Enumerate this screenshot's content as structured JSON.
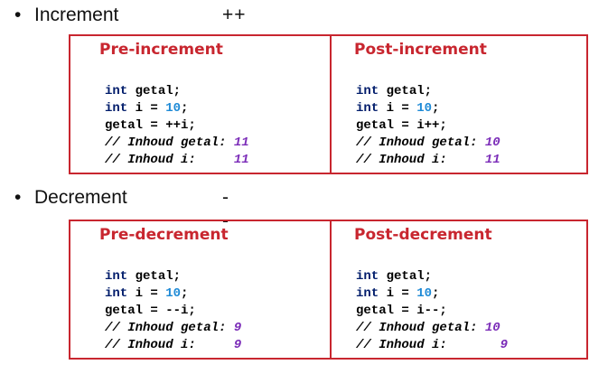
{
  "sections": [
    {
      "label": "Increment",
      "operator": "++",
      "columns": [
        {
          "title": "Pre-increment",
          "decl_type": "int",
          "decl_name": " getal;",
          "init_type": "int",
          "init_pre": " i = ",
          "init_value": "10",
          "init_post": ";",
          "assign": "getal = ++i;",
          "comment_getal": "// Inhoud getal: ",
          "value_getal": "11",
          "comment_i": "// Inhoud i:     ",
          "value_i": "11"
        },
        {
          "title": "Post-increment",
          "decl_type": "int",
          "decl_name": " getal;",
          "init_type": "int",
          "init_pre": " i = ",
          "init_value": "10",
          "init_post": ";",
          "assign": "getal = i++;",
          "comment_getal": "// Inhoud getal: ",
          "value_getal": "10",
          "comment_i": "// Inhoud i:     ",
          "value_i": "11"
        }
      ]
    },
    {
      "label": "Decrement",
      "operator": "--",
      "columns": [
        {
          "title": "Pre-decrement",
          "decl_type": "int",
          "decl_name": " getal;",
          "init_type": "int",
          "init_pre": " i = ",
          "init_value": "10",
          "init_post": ";",
          "assign": "getal = --i;",
          "comment_getal": "// Inhoud getal: ",
          "value_getal": "9",
          "comment_i": "// Inhoud i:     ",
          "value_i": "9"
        },
        {
          "title": "Post-decrement",
          "decl_type": "int",
          "decl_name": " getal;",
          "init_type": "int",
          "init_pre": " i = ",
          "init_value": "10",
          "init_post": ";",
          "assign": "getal = i--;",
          "comment_getal": "// Inhoud getal: ",
          "value_getal": "10",
          "comment_i": "// Inhoud i:       ",
          "value_i": "9"
        }
      ]
    }
  ],
  "colors": {
    "border": "#c8262f",
    "keyword": "#001c6b",
    "number": "#1e8ad6",
    "value": "#7b2cb8"
  }
}
